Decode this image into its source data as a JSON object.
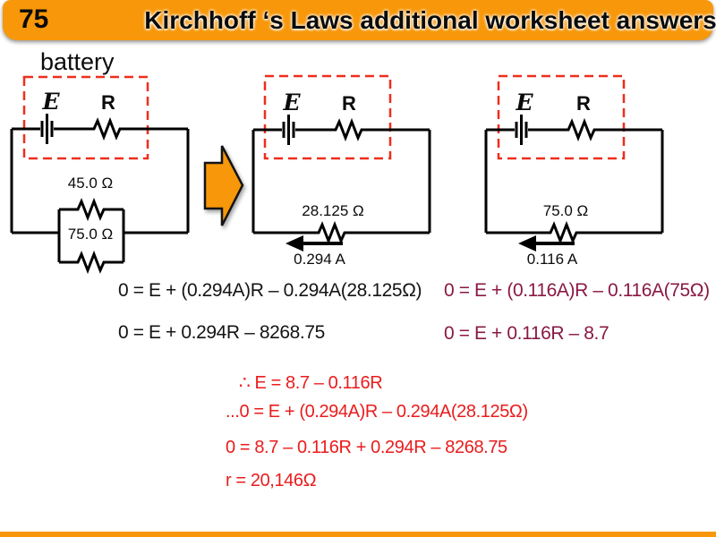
{
  "header": {
    "page_number": "75",
    "title": "Kirchhoff ‘s Laws additional worksheet answers"
  },
  "battery_label": "battery",
  "colors": {
    "accent_orange": "#F79709",
    "dashed_box_red": "#EE2E1C",
    "equation_black": "#141414",
    "equation_maroon": "#891945",
    "equation_red": "#EA1C1C"
  },
  "circuits": [
    {
      "emf_label": "E",
      "internal_resistance_label": "R",
      "resistors": [
        "45.0 Ω",
        "75.0 Ω"
      ]
    },
    {
      "emf_label": "E",
      "internal_resistance_label": "R",
      "resistors": [
        "28.125 Ω"
      ],
      "current": "0.294 A"
    },
    {
      "emf_label": "E",
      "internal_resistance_label": "R",
      "resistors": [
        "75.0 Ω"
      ],
      "current": "0.116 A"
    }
  ],
  "equations": {
    "left": [
      "0 = E + (0.294A)R – 0.294A(28.125Ω)",
      "0 = E + 0.294R – 8268.75"
    ],
    "right": [
      "0 = E + (0.116A)R – 0.116A(75Ω)",
      "0 = E + 0.116R – 8.7"
    ],
    "solution": [
      "∴ E = 8.7 – 0.116R",
      "...0 = E + (0.294A)R – 0.294A(28.125Ω)",
      "0 = 8.7 – 0.116R + 0.294R – 8268.75",
      "r = 20,146Ω"
    ]
  }
}
